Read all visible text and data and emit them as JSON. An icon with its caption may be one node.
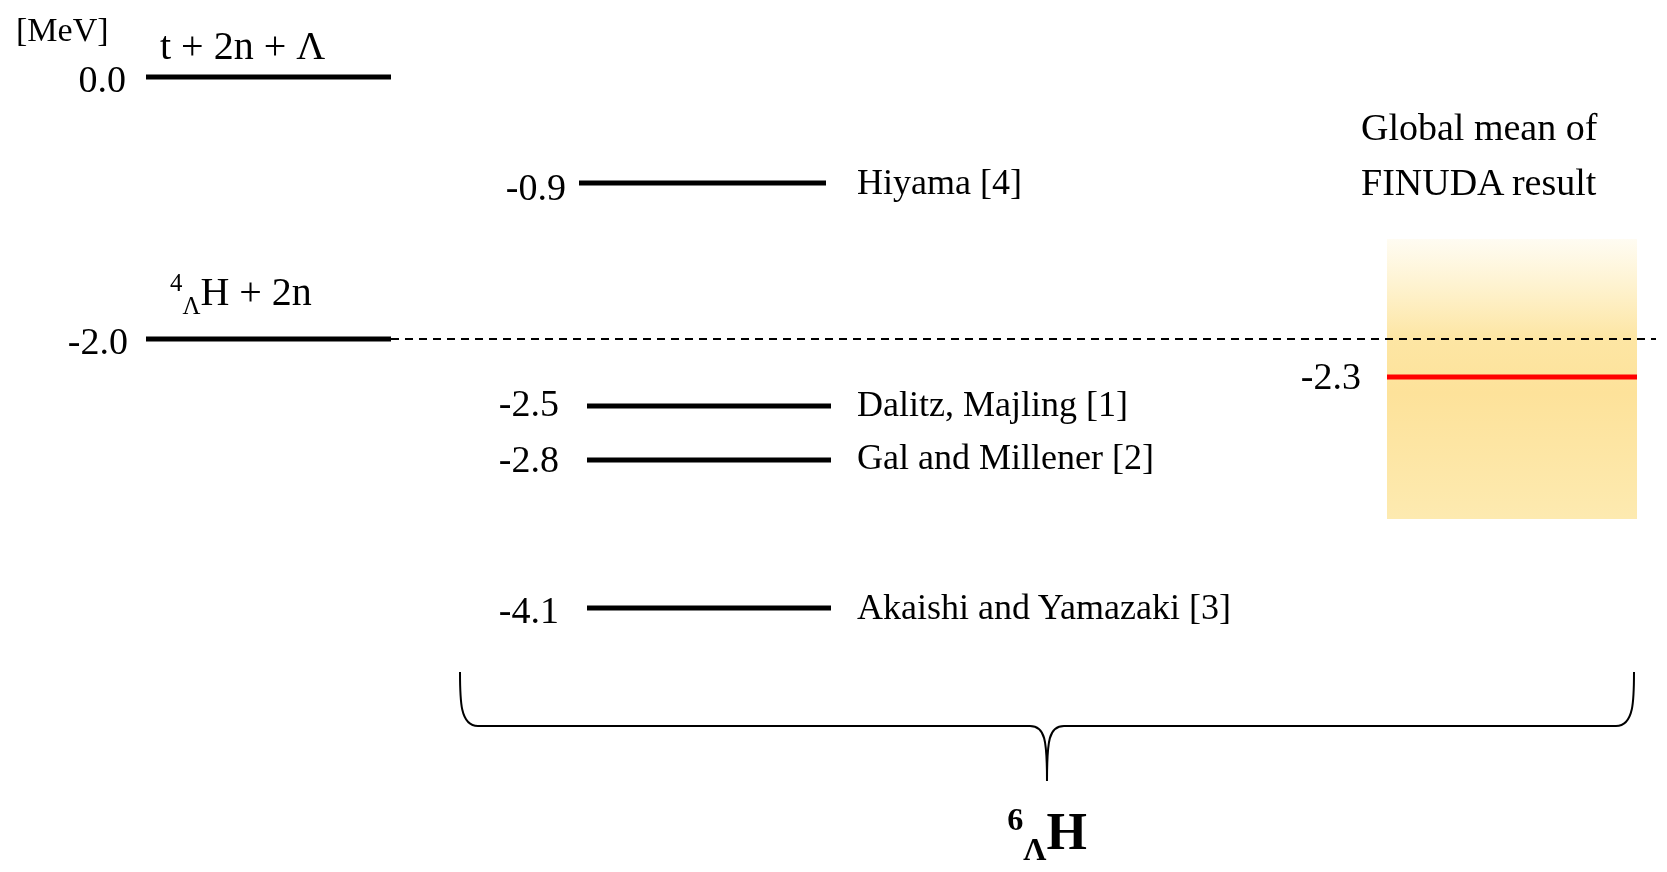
{
  "diagram": {
    "labels": [
      "[MeV]",
      "t + 2n + Λ",
      "0.0",
      "Global mean of FINUDA result",
      "-0.9",
      "Hiyama [4]",
      "$^{4}$$_{Λ}$H + 2n",
      "-2.0",
      "-2.3",
      "-2.5",
      "Dalitz, Majling [1]",
      "-2.8",
      "Gal and Millener [2]",
      "-4.1",
      "Akaishi and Yamazaki [3]",
      "$^{6}$$_{Λ}$H"
    ]
  }
}
